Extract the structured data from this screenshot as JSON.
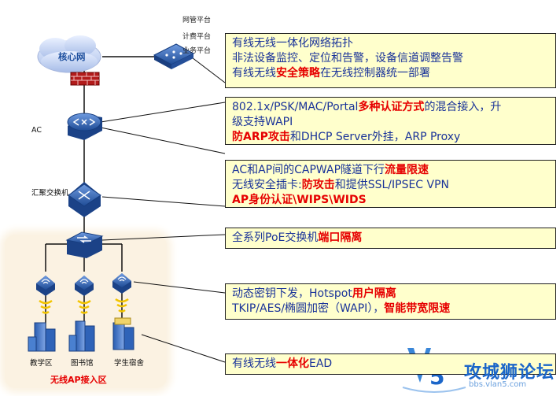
{
  "network": {
    "core_label": "核心网",
    "platforms": [
      "网管平台",
      "计费平台",
      "业务平台"
    ],
    "ac_label": "AC",
    "agg_label": "汇聚交换机",
    "sites": [
      "教学区",
      "图书馆",
      "学生宿舍"
    ],
    "zone_title": "无线AP接入区"
  },
  "callouts": [
    {
      "lines": [
        [
          {
            "t": "有线无线一体化网络拓扑"
          }
        ],
        [
          {
            "t": "非法设备监控、定位和告警，设备信道调整告警"
          }
        ],
        [
          {
            "t": "有线无线"
          },
          {
            "t": "安全策略",
            "hl": true
          },
          {
            "t": "在无线控制器统一部署"
          }
        ]
      ]
    },
    {
      "lines": [
        [
          {
            "t": "802.1x/PSK/MAC/Portal"
          },
          {
            "t": "多种认证方式",
            "hl": true
          },
          {
            "t": "的混合接入，升"
          }
        ],
        [
          {
            "t": "级支持WAPI"
          }
        ],
        [
          {
            "t": "防ARP攻击",
            "hl": true
          },
          {
            "t": "和DHCP Server外挂，ARP Proxy"
          }
        ]
      ]
    },
    {
      "lines": [
        [
          {
            "t": "AC和AP间的CAPWAP隧道下行"
          },
          {
            "t": "流量限速",
            "hl": true
          }
        ],
        [
          {
            "t": "无线安全插卡:"
          },
          {
            "t": "防攻击",
            "hl": true
          },
          {
            "t": "和提供SSL/IPSEC VPN"
          }
        ],
        [
          {
            "t": "AP身份认证\\WIPS\\WIDS",
            "hl": true
          }
        ]
      ]
    },
    {
      "lines": [
        [
          {
            "t": "全系列PoE交换机"
          },
          {
            "t": "端口隔离",
            "hl": true
          }
        ]
      ]
    },
    {
      "lines": [
        [
          {
            "t": "动态密钥下发，Hotspot"
          },
          {
            "t": "用户隔离",
            "hl": true
          }
        ],
        [
          {
            "t": "TKIP/AES/椭圆加密（WAPI），"
          },
          {
            "t": "智能带宽限速",
            "hl": true
          }
        ]
      ]
    },
    {
      "lines": [
        [
          {
            "t": "有线无线"
          },
          {
            "t": "一体化",
            "hl": true
          },
          {
            "t": "EAD"
          }
        ]
      ]
    }
  ],
  "watermark": {
    "name": "攻城狮论坛",
    "url": "bbs.vlan5.com"
  },
  "colors": {
    "callout_bg": "#ffffcc",
    "text_blue": "#1a3399",
    "highlight_red": "#e60000",
    "device_blue": "#2f5fa8"
  }
}
